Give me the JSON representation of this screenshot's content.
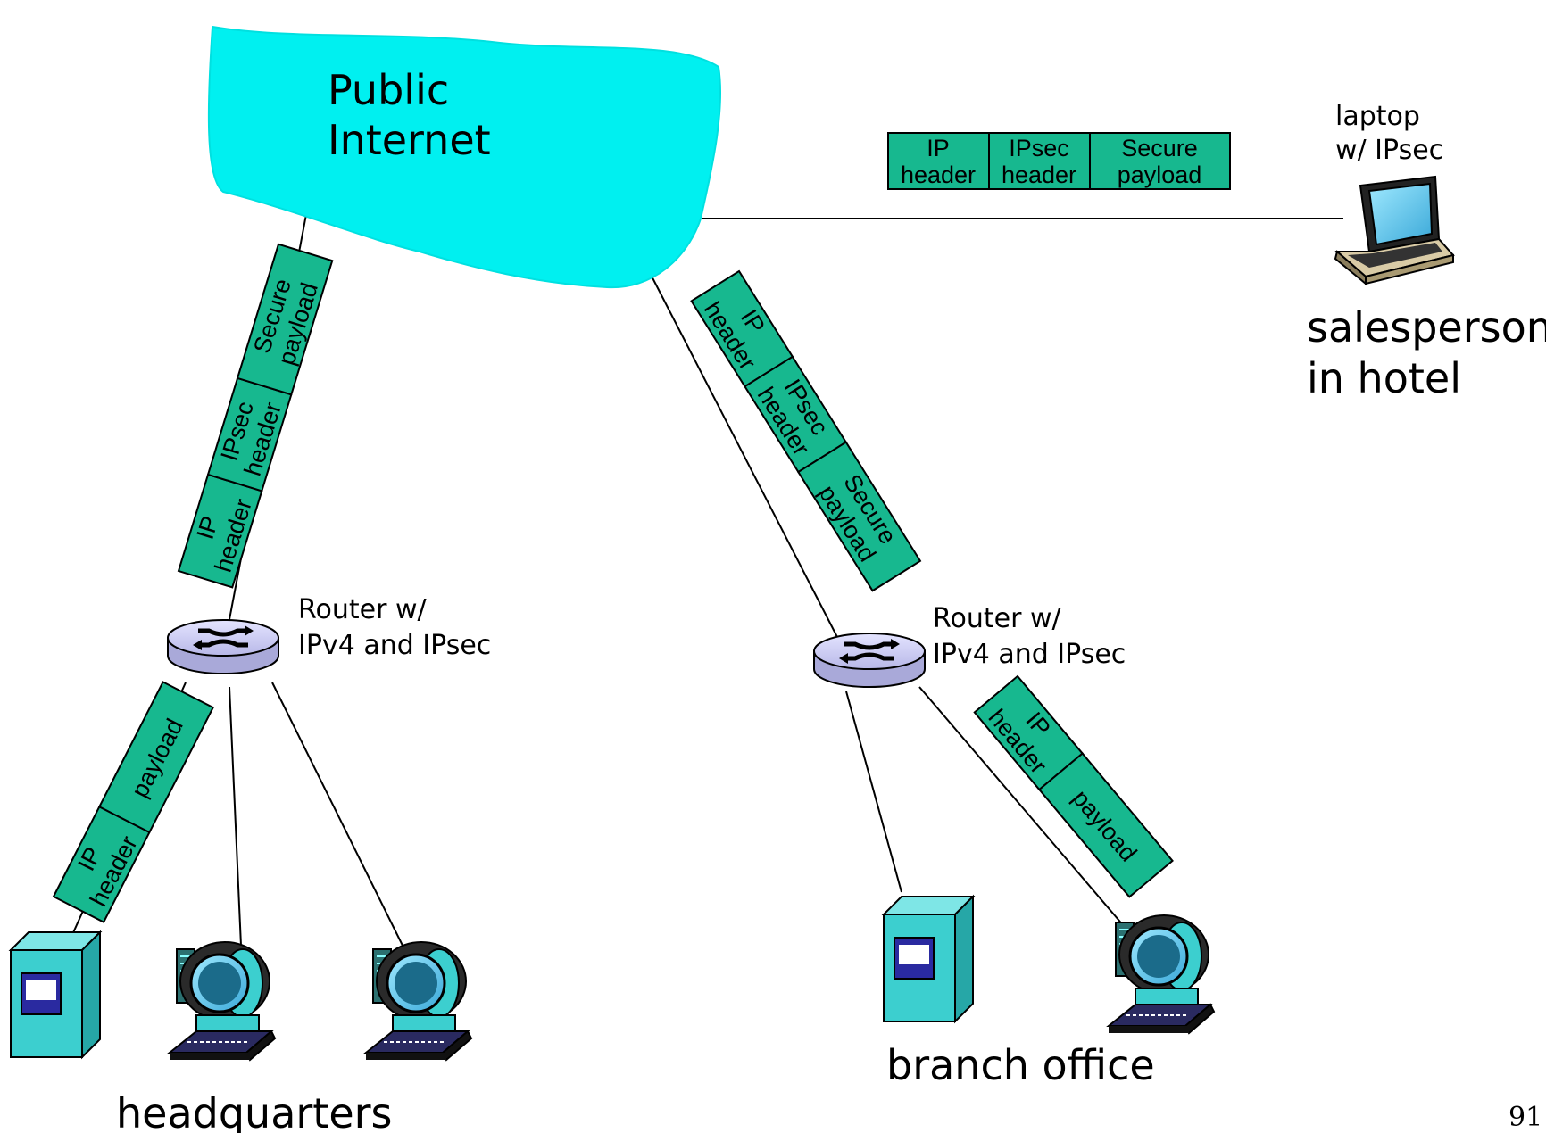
{
  "cloud": {
    "line1": "Public",
    "line2": "Internet",
    "fill": "#00f0f0"
  },
  "routers": [
    {
      "line1": "Router w/",
      "line2": "IPv4 and IPsec"
    },
    {
      "line1": "Router w/",
      "line2": "IPv4 and IPsec"
    }
  ],
  "laptop_label": {
    "line1": "laptop",
    "line2": "w/ IPsec"
  },
  "site_labels": {
    "salesperson_line1": "salesperson",
    "salesperson_line2": "in hotel",
    "headquarters": "headquarters",
    "branch_office": "branch office"
  },
  "packets": {
    "secure": [
      {
        "line1": "IP",
        "line2": "header"
      },
      {
        "line1": "IPsec",
        "line2": "header"
      },
      {
        "line1": "Secure",
        "line2": "payload"
      }
    ],
    "plain": [
      {
        "line1": "IP",
        "line2": "header"
      },
      {
        "line1": "",
        "line2": "payload"
      }
    ]
  },
  "page_number": "91",
  "colors": {
    "packet": "#17b88f",
    "cloud": "#00f0f0",
    "server": "#3ccfcf",
    "router": "#c8c8f0"
  }
}
